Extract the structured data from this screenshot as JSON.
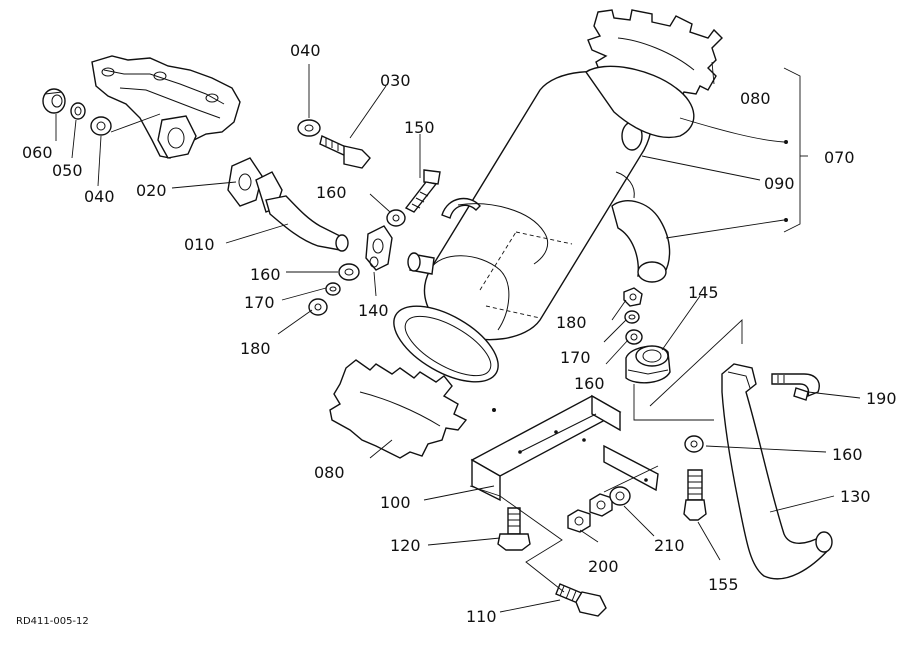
{
  "diagram_code": "RD411-005-12",
  "callouts": [
    {
      "id": "010",
      "label": "010"
    },
    {
      "id": "020",
      "label": "020"
    },
    {
      "id": "030",
      "label": "030"
    },
    {
      "id": "040a",
      "label": "040"
    },
    {
      "id": "040b",
      "label": "040"
    },
    {
      "id": "050",
      "label": "050"
    },
    {
      "id": "060",
      "label": "060"
    },
    {
      "id": "070",
      "label": "070"
    },
    {
      "id": "080a",
      "label": "080"
    },
    {
      "id": "080b",
      "label": "080"
    },
    {
      "id": "090",
      "label": "090"
    },
    {
      "id": "100",
      "label": "100"
    },
    {
      "id": "110",
      "label": "110"
    },
    {
      "id": "120",
      "label": "120"
    },
    {
      "id": "130",
      "label": "130"
    },
    {
      "id": "140",
      "label": "140"
    },
    {
      "id": "145",
      "label": "145"
    },
    {
      "id": "150",
      "label": "150"
    },
    {
      "id": "155",
      "label": "155"
    },
    {
      "id": "160a",
      "label": "160"
    },
    {
      "id": "160b",
      "label": "160"
    },
    {
      "id": "160c",
      "label": "160"
    },
    {
      "id": "160d",
      "label": "160"
    },
    {
      "id": "170a",
      "label": "170"
    },
    {
      "id": "170b",
      "label": "170"
    },
    {
      "id": "180a",
      "label": "180"
    },
    {
      "id": "180b",
      "label": "180"
    },
    {
      "id": "190",
      "label": "190"
    },
    {
      "id": "200",
      "label": "200"
    },
    {
      "id": "210",
      "label": "210"
    }
  ]
}
